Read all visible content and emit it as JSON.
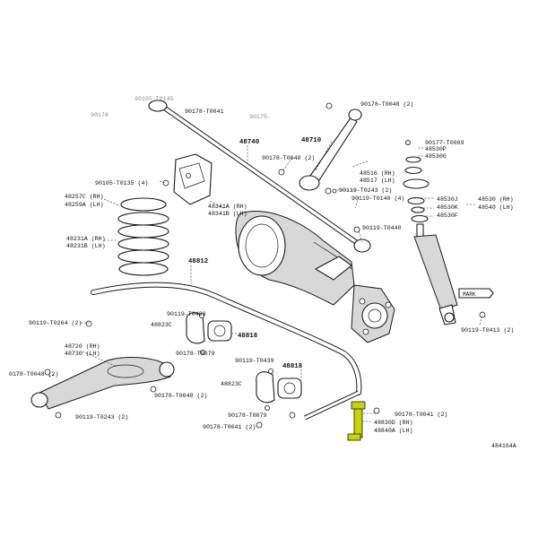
{
  "diagram": {
    "figure_id": "484164A",
    "highlight_color": "#c8d400",
    "labels": {
      "p48740": "48740",
      "p48710": "48710",
      "p48812": "48812",
      "p48818a": "48818",
      "p48818b": "48818",
      "p48823a": "48823C",
      "p48823b": "48823C",
      "p48257": "48257C (RH)",
      "p48259": "48259A (LH)",
      "p48231a": "48231A (RH)",
      "p48231b": "48231B (LH)",
      "p48341a": "48341A (RH)",
      "p48341b": "48341B (LH)",
      "p48516": "48516 (RH)",
      "p48517": "48517 (LH)",
      "p48720": "48720 (RH)",
      "p48730": "48730 (LH)",
      "p48530": "48530 (RH)",
      "p48540": "48540 (LH)",
      "p48530j": "48530J",
      "p48530k": "48530K",
      "p48530f": "48530F",
      "p48530p": "48530P",
      "p48530g": "48530G",
      "p48830": "48830D (RH)",
      "p48840": "48840A (LH)",
      "b90177": "90177-T0069",
      "b90178_t0048_top": "90178-T0048 (2)",
      "b90178_t0041_top": "90178-T0041",
      "b90178_t0040": "90178-T0040 (2)",
      "b90105": "90105-T0135 (4)",
      "b90119_t0243_mid": "90119-T0243 (2)",
      "b90119_t0140": "90119-T0140 (4)",
      "b90119_t0440": "90119-T0440",
      "b90119_t0264": "90119-T0264 (2)",
      "b90119_t0439a": "90119-T0439",
      "b90119_t0439b": "90119-T0439",
      "b90178_t0079a": "90178-T0079",
      "b90178_t0079b": "90178-T0079",
      "b90178_t0048_left": "0178-T0048 (2)",
      "b90178_t0048_mid": "90178-T0048 (2)",
      "b90119_t0243_bot": "90119-T0243 (2)",
      "b90178_t0041_bot": "90178-T0041 (2)",
      "b90178_t0041_right": "90178-T0041 (2)",
      "b90119_t0413": "90119-T0413 (2)",
      "mark": "MARK",
      "faint1": "90105-T0145",
      "faint2": "90178",
      "faint3": "90175-",
      "faint4": "90178-T0041"
    }
  }
}
